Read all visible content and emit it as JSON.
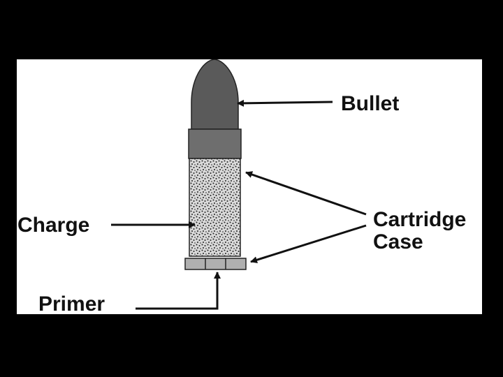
{
  "labels": {
    "bullet": "Bullet",
    "charge": "Charge",
    "cartridge_case_line1": "Cartridge",
    "cartridge_case_line2": "Case",
    "primer": "Primer"
  },
  "colors": {
    "background": "#000000",
    "panel": "#ffffff",
    "bullet_fill": "#5a5a5a",
    "case_band_fill": "#6e6e6e",
    "charge_fill": "#d9d9d9",
    "primer_fill": "#b0b0b0",
    "line": "#111111"
  }
}
